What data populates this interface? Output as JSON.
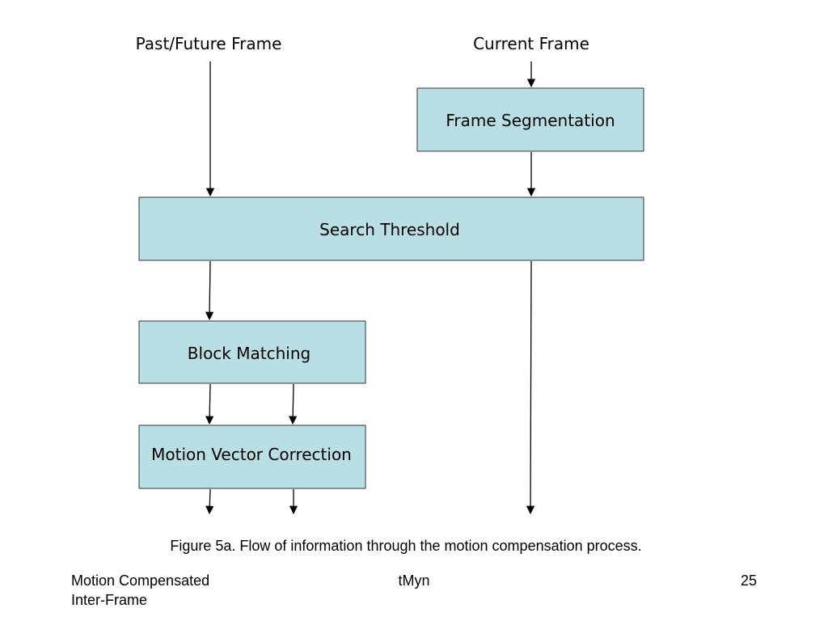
{
  "diagram": {
    "inputs": {
      "past_future_frame": "Past/Future Frame",
      "current_frame": "Current Frame"
    },
    "nodes": {
      "frame_segmentation": "Frame Segmentation",
      "search_threshold": "Search Threshold",
      "block_matching": "Block Matching",
      "motion_vector_correction": "Motion Vector Correction"
    },
    "box_fill": "#b8dfe3",
    "box_stroke": "#333333"
  },
  "caption": "Figure 5a. Flow of information through the motion compensation process.",
  "footer": {
    "left_line1": "Motion Compensated",
    "left_line2": "Inter-Frame",
    "center": "tMyn",
    "page_number": "25"
  }
}
